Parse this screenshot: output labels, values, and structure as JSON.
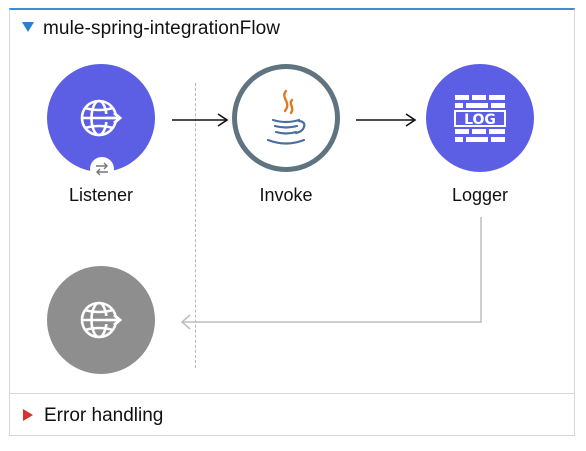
{
  "flow": {
    "title": "mule-spring-integrationFlow"
  },
  "nodes": {
    "listener": {
      "label": "Listener",
      "icon": "globe-arrow-icon",
      "color": "#5c5fe3"
    },
    "invoke": {
      "label": "Invoke",
      "icon": "java-cup-icon",
      "color": "#5f7480"
    },
    "logger": {
      "label": "Logger",
      "icon": "log-icon",
      "color": "#5c5fe3",
      "icon_text": "LOG"
    },
    "response": {
      "icon": "globe-arrow-icon",
      "color": "#8e8e8e"
    }
  },
  "error_handling": {
    "label": "Error handling"
  },
  "colors": {
    "accent": "#3a8fd6",
    "expand_arrow": "#2a7fd4",
    "error_arrow": "#d8322c"
  }
}
